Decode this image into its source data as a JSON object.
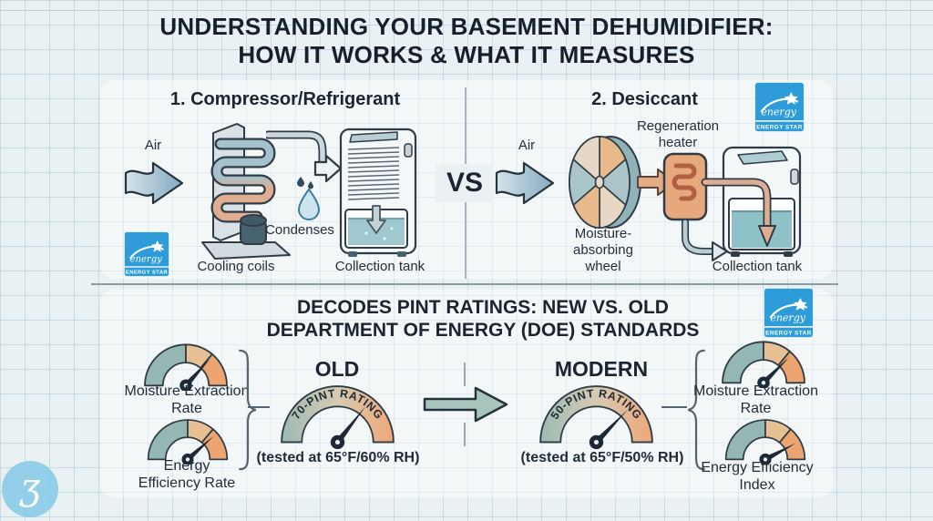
{
  "title": {
    "line1": "UNDERSTANDING YOUR BASEMENT DEHUMIDIFIER:",
    "line2": "HOW IT WORKS & WHAT IT MEASURES"
  },
  "top": {
    "compressor": {
      "heading": "1. Compressor/Refrigerant",
      "air_label": "Air",
      "condenses_label": "Condenses",
      "cooling_coils_label": "Cooling coils",
      "collection_tank_label": "Collection tank"
    },
    "vs_label": "VS",
    "desiccant": {
      "heading": "2. Desiccant",
      "air_label": "Air",
      "regen_line1": "Regeneration",
      "regen_line2": "heater",
      "wheel_line1": "Moisture-",
      "wheel_line2": "absorbing",
      "wheel_line3": "wheel",
      "collection_tank_label": "Collection tank"
    }
  },
  "bottom": {
    "heading_line1": "DECODES PINT RATINGS: NEW VS. OLD",
    "heading_line2": "DEPARTMENT OF ENERGY (DOE) STANDARDS",
    "old": {
      "label": "OLD",
      "arc_text": "70-PINT RATING",
      "tested_text": "(tested at 65°F/60% RH)"
    },
    "modern": {
      "label": "MODERN",
      "arc_text": "50-PINT RATING",
      "tested_text": "(tested at 65°F/50% RH)"
    },
    "left_gauges": [
      {
        "line1": "Moisture Extraction",
        "line2": "Rate"
      },
      {
        "line1": "Energy",
        "line2": "Efficiency Rate"
      }
    ],
    "right_gauges": [
      {
        "line1": "Moisture Extraction",
        "line2": "Rate"
      },
      {
        "line1": "Energy Efficiency",
        "line2": "Index"
      }
    ]
  },
  "energy_star": {
    "script_text": "energy",
    "label": "ENERGY STAR"
  },
  "watermark_glyph": "ʒ",
  "colors": {
    "energy_star_blue": "#2d9cd9",
    "gauge_teal": "#94b7b3",
    "gauge_tan": "#e7c193",
    "gauge_orange": "#eca571",
    "navy": "#1d2936",
    "water_teal": "#9fc9ce"
  }
}
